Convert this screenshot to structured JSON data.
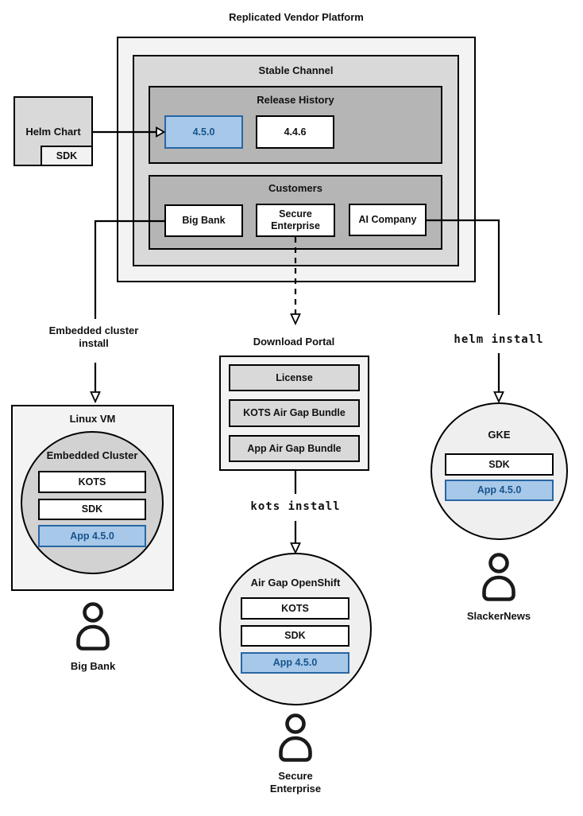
{
  "title": "Replicated Vendor Platform",
  "colors": {
    "app_fill": "#a7c8e8",
    "app_border": "#2767a4",
    "app_text": "#17548e"
  },
  "platform": {
    "stable_channel": {
      "label": "Stable Channel",
      "release_history": {
        "label": "Release History",
        "releases": [
          {
            "version": "4.5.0",
            "highlighted": true
          },
          {
            "version": "4.4.6",
            "highlighted": false
          }
        ]
      },
      "customers": {
        "label": "Customers",
        "items": [
          "Big Bank",
          "Secure Enterprise",
          "AI Company"
        ]
      }
    }
  },
  "helm_chart": {
    "label": "Helm Chart",
    "sdk_label": "SDK"
  },
  "flows": {
    "embedded": {
      "arrow_label": "Embedded cluster install",
      "vm_label": "Linux VM",
      "cluster_label": "Embedded Cluster",
      "components": [
        "KOTS",
        "SDK",
        "App 4.5.0"
      ],
      "user": "Big Bank"
    },
    "airgap": {
      "portal_label": "Download Portal",
      "portal_items": [
        "License",
        "KOTS Air Gap Bundle",
        "App Air Gap Bundle"
      ],
      "install_command": "kots install",
      "cluster_label": "Air Gap OpenShift",
      "components": [
        "KOTS",
        "SDK",
        "App 4.5.0"
      ],
      "user": "Secure Enterprise"
    },
    "helm": {
      "install_command": "helm install",
      "cluster_label": "GKE",
      "components": [
        "SDK",
        "App 4.5.0"
      ],
      "user": "SlackerNews"
    }
  }
}
